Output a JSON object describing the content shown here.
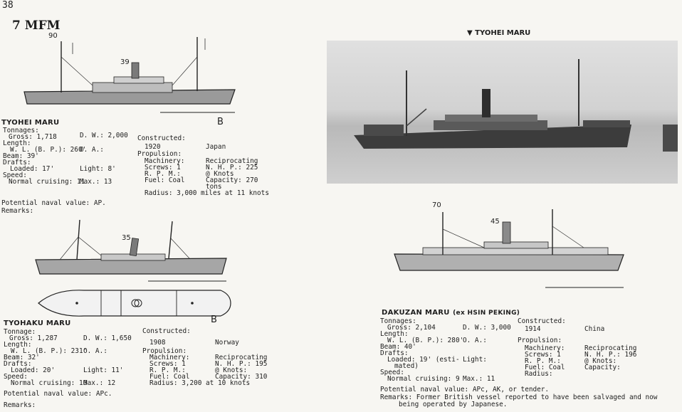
{
  "page": {
    "number": "38",
    "heading": "7 MFM",
    "photo_caption": "▼ TYOHEI MARU"
  },
  "drawing_labels": {
    "ship1_mast": "90",
    "ship1_funnel": "39",
    "ship1_scale": "B",
    "ship2_funnel": "35",
    "ship2_scale": "B",
    "ship3_mast": "70",
    "ship3_funnel": "45"
  },
  "tyohei": {
    "name": "TYOHEI MARU",
    "tonnages": "Tonnages:",
    "gross": "Gross: 1,718",
    "dw": "D. W.: 2,000",
    "length": "Length:",
    "wl": "W. L. (B. P.): 260'",
    "oa": "O. A.:",
    "beam": "Beam: 39'",
    "drafts": "Drafts:",
    "loaded": "Loaded: 17'",
    "light": "Light: 8'",
    "speed": "Speed:",
    "normal": "Normal cruising: 11",
    "max": "Max.: 13",
    "constructed": "Constructed:",
    "year": "1920",
    "country": "Japan",
    "propulsion": "Propulsion:",
    "machinery": "Machinery:",
    "machinery_val": "Reciprocating",
    "screws": "Screws: 1",
    "nhp": "N. H. P.: 225",
    "rpm": "R. P. M.:",
    "knots": "@ Knots",
    "fuel": "Fuel: Coal",
    "capacity": "Capacity: 270",
    "tons": "tons",
    "radius": "Radius: 3,000 miles at 11 knots",
    "naval_value": "Potential naval value: AP.",
    "remarks": "Remarks:"
  },
  "tyohaku": {
    "name": "TYOHAKU MARU",
    "tonnages": "Tonnage:",
    "gross": "Gross: 1,287",
    "dw": "D. W.: 1,650",
    "length": "Length:",
    "wl": "W. L. (B. P.): 231'",
    "oa": "O. A.:",
    "beam": "Beam: 32'",
    "drafts": "Drafts:",
    "loaded": "Loaded: 20'",
    "light": "Light: 11'",
    "speed": "Speed:",
    "normal": "Normal cruising: 10",
    "max": "Max.: 12",
    "constructed": "Constructed:",
    "year": "1908",
    "country": "Norway",
    "propulsion": "Propulsion:",
    "machinery": "Machinery:",
    "machinery_val": "Reciprocating",
    "screws": "Screws: 1",
    "nhp": "N. H. P.: 195",
    "rpm": "R. P. M.:",
    "knots": "@ Knots:",
    "fuel": "Fuel: Coal",
    "capacity": "Capacity: 310",
    "radius": "Radius: 3,200 at 10 knots",
    "naval_value": "Potential naval value: APc.",
    "remarks": "Remarks:"
  },
  "dakuzan": {
    "name": "DAKUZAN MARU",
    "name_suffix": "(ex HSIN PEKING)",
    "tonnages": "Tonnages:",
    "gross": "Gross: 2,104",
    "dw": "D. W.: 3,000",
    "length": "Length:",
    "wl": "W. L. (B. P.): 280'",
    "oa": "O. A.:",
    "beam": "Beam: 40'",
    "drafts": "Drafts:",
    "loaded": "Loaded: 19' (esti-",
    "loaded2": "mated)",
    "light": "Light:",
    "speed": "Speed:",
    "normal": "Normal cruising: 9",
    "max": "Max.: 11",
    "constructed": "Constructed:",
    "year": "1914",
    "country": "China",
    "propulsion": "Propulsion:",
    "machinery": "Machinery:",
    "machinery_val": "Reciprocating",
    "screws": "Screws: 1",
    "nhp": "N. H. P.: 196",
    "rpm": "R. P. M.:",
    "knots": "@ Knots:",
    "fuel": "Fuel: Coal",
    "capacity": "Capacity:",
    "radius": "Radius:",
    "naval_value": "Potential naval value: APc, AK, or tender.",
    "remarks": "Remarks: Former British vessel reported to have been salvaged and now",
    "remarks2": "being operated by Japanese."
  }
}
